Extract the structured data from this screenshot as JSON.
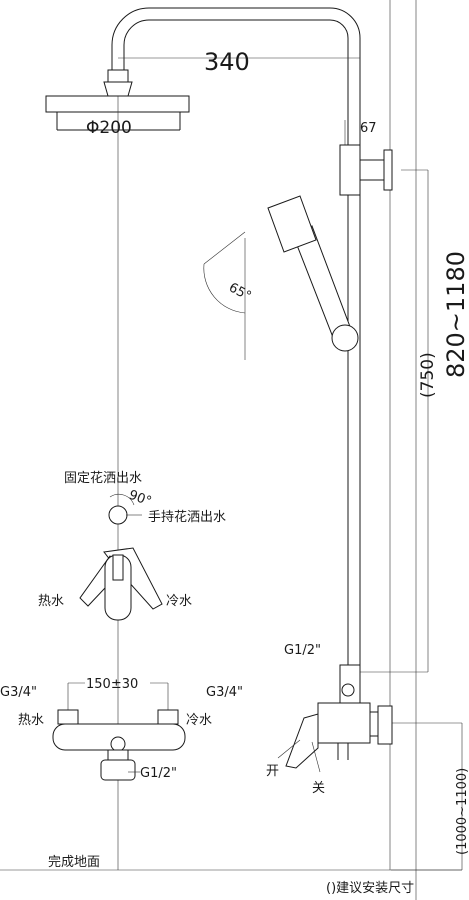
{
  "dimensions": {
    "arm_length": "340",
    "head_diameter": "Φ200",
    "bracket_offset": "67",
    "slide_angle": "65°",
    "total_height_range": "820~1180",
    "bar_height": "(750)",
    "inlet_spacing": "150±30",
    "install_height_range": "(1000~1100)",
    "diverter_angle": "90°"
  },
  "labels": {
    "fixed_shower_outlet": "固定花洒出水",
    "hand_shower_outlet": "手持花洒出水",
    "hot_water": "热水",
    "cold_water": "冷水",
    "inlet_left": "G3/4\"",
    "inlet_right": "G3/4\"",
    "outlet_bottom": "G1/2\"",
    "outlet_top": "G1/2\"",
    "open": "开",
    "close": "关",
    "floor": "完成地面",
    "note": "()建议安装尺寸"
  }
}
